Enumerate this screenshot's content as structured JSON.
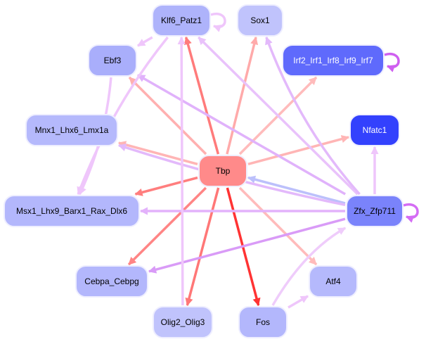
{
  "diagram": {
    "type": "gene-regulatory-network",
    "nodes": [
      {
        "id": "Klf6_Patz1",
        "label": "Klf6_Patz1",
        "fill": "#aeb3fb",
        "text_color": "#000000"
      },
      {
        "id": "Sox1",
        "label": "Sox1",
        "fill": "#c0c3fc",
        "text_color": "#000000"
      },
      {
        "id": "Ebf3",
        "label": "Ebf3",
        "fill": "#a9aefb",
        "text_color": "#000000"
      },
      {
        "id": "Irf2_Irf1_Irf8_Irf9_Irf7",
        "label": "Irf2_Irf1_Irf8_Irf9_Irf7",
        "fill": "#5f6afc",
        "text_color": "#ffffff"
      },
      {
        "id": "Mnx1_Lhx6_Lmx1a",
        "label": "Mnx1_Lhx6_Lmx1a",
        "fill": "#b5b9fc",
        "text_color": "#000000"
      },
      {
        "id": "Nfatc1",
        "label": "Nfatc1",
        "fill": "#3341fd",
        "text_color": "#ffffff"
      },
      {
        "id": "Tbp",
        "label": "Tbp",
        "fill": "#ff8a8a",
        "text_color": "#000000"
      },
      {
        "id": "Msx1_Lhx9_Barx1_Rax_Dlx6",
        "label": "Msx1_Lhx9_Barx1_Rax_Dlx6",
        "fill": "#b3b7fc",
        "text_color": "#000000"
      },
      {
        "id": "Zfx_Zfp711",
        "label": "Zfx_Zfp711",
        "fill": "#7a83fb",
        "text_color": "#000000"
      },
      {
        "id": "Cebpa_Cebpg",
        "label": "Cebpa_Cebpg",
        "fill": "#b3b7fc",
        "text_color": "#000000"
      },
      {
        "id": "Atf4",
        "label": "Atf4",
        "fill": "#b5b9fc",
        "text_color": "#000000"
      },
      {
        "id": "Olig2_Olig3",
        "label": "Olig2_Olig3",
        "fill": "#c0c3fc",
        "text_color": "#000000"
      },
      {
        "id": "Fos",
        "label": "Fos",
        "fill": "#b3b7fc",
        "text_color": "#000000"
      }
    ],
    "edges": [
      {
        "source": "Klf6_Patz1",
        "target": "Klf6_Patz1",
        "color": "#efc6fb"
      },
      {
        "source": "Klf6_Patz1",
        "target": "Ebf3",
        "color": "#efc6fb"
      },
      {
        "source": "Irf2_Irf1_Irf8_Irf9_Irf7",
        "target": "Irf2_Irf1_Irf8_Irf9_Irf7",
        "color": "#cf5ff0"
      },
      {
        "source": "Zfx_Zfp711",
        "target": "Zfx_Zfp711",
        "color": "#d46cf4"
      },
      {
        "source": "Tbp",
        "target": "Klf6_Patz1",
        "color": "#ff7b7b"
      },
      {
        "source": "Tbp",
        "target": "Sox1",
        "color": "#ffaaaa"
      },
      {
        "source": "Tbp",
        "target": "Ebf3",
        "color": "#ffb0b0"
      },
      {
        "source": "Tbp",
        "target": "Irf2_Irf1_Irf8_Irf9_Irf7",
        "color": "#ffbbbb"
      },
      {
        "source": "Tbp",
        "target": "Mnx1_Lhx6_Lmx1a",
        "color": "#ffb5b5"
      },
      {
        "source": "Tbp",
        "target": "Nfatc1",
        "color": "#ffb5b5"
      },
      {
        "source": "Tbp",
        "target": "Msx1_Lhx9_Barx1_Rax_Dlx6",
        "color": "#ff7e7e"
      },
      {
        "source": "Tbp",
        "target": "Cebpa_Cebpg",
        "color": "#ff8585"
      },
      {
        "source": "Tbp",
        "target": "Olig2_Olig3",
        "color": "#ff7777"
      },
      {
        "source": "Tbp",
        "target": "Fos",
        "color": "#ff3333"
      },
      {
        "source": "Tbp",
        "target": "Atf4",
        "color": "#ffbbbb"
      },
      {
        "source": "Zfx_Zfp711",
        "target": "Tbp",
        "color": "#bcc0fb"
      },
      {
        "source": "Zfx_Zfp711",
        "target": "Klf6_Patz1",
        "color": "#e9c2fb"
      },
      {
        "source": "Zfx_Zfp711",
        "target": "Sox1",
        "color": "#e3b9fb"
      },
      {
        "source": "Zfx_Zfp711",
        "target": "Ebf3",
        "color": "#e0b2fb"
      },
      {
        "source": "Zfx_Zfp711",
        "target": "Mnx1_Lhx6_Lmx1a",
        "color": "#e3b9fb"
      },
      {
        "source": "Zfx_Zfp711",
        "target": "Nfatc1",
        "color": "#efc6fb"
      },
      {
        "source": "Zfx_Zfp711",
        "target": "Msx1_Lhx9_Barx1_Rax_Dlx6",
        "color": "#e3b2fb"
      },
      {
        "source": "Zfx_Zfp711",
        "target": "Cebpa_Cebpg",
        "color": "#d99bf7"
      },
      {
        "source": "Olig2_Olig3",
        "target": "Klf6_Patz1",
        "color": "#efc6fb"
      },
      {
        "source": "Klf6_Patz1",
        "target": "Msx1_Lhx9_Barx1_Rax_Dlx6",
        "color": "#efc6fb"
      },
      {
        "source": "Ebf3",
        "target": "Msx1_Lhx9_Barx1_Rax_Dlx6",
        "color": "#efc6fb"
      },
      {
        "source": "Fos",
        "target": "Zfx_Zfp711",
        "color": "#efccfb"
      },
      {
        "source": "Fos",
        "target": "Atf4",
        "color": "#efc6fb"
      }
    ]
  }
}
